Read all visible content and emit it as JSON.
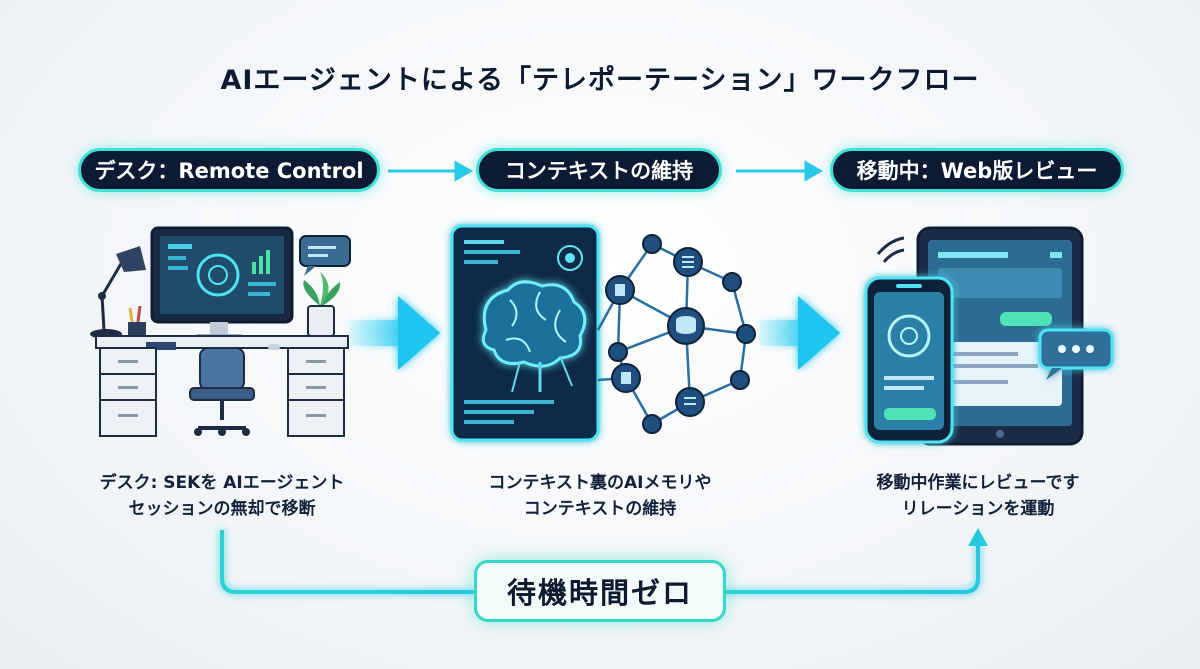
{
  "title": "AIエージェントによる「テレポーテーション」ワークフロー",
  "steps": [
    {
      "label": "デスク：Remote Control",
      "caption_line1": "デスク: SEKを AIエージェント",
      "caption_line2": "セッションの無却で移断"
    },
    {
      "label": "コンテキストの維持",
      "caption_line1": "コンテキスト裏のAIメモリや",
      "caption_line2": "コンテキストの維持"
    },
    {
      "label": "移動中：Web版レビュー",
      "caption_line1": "移動中作業にレビューです",
      "caption_line2": "リレーションを運動"
    }
  ],
  "bottom_label": "待機時間ゼロ",
  "colors": {
    "navy": "#0c1b33",
    "accent": "#3fe0d6",
    "cyan": "#22c3ee"
  },
  "icons": [
    "desk-workstation-icon",
    "brain-icon",
    "network-icon",
    "smartphone-icon",
    "tablet-icon",
    "chat-bubble-icon",
    "ai-logo-icon"
  ]
}
